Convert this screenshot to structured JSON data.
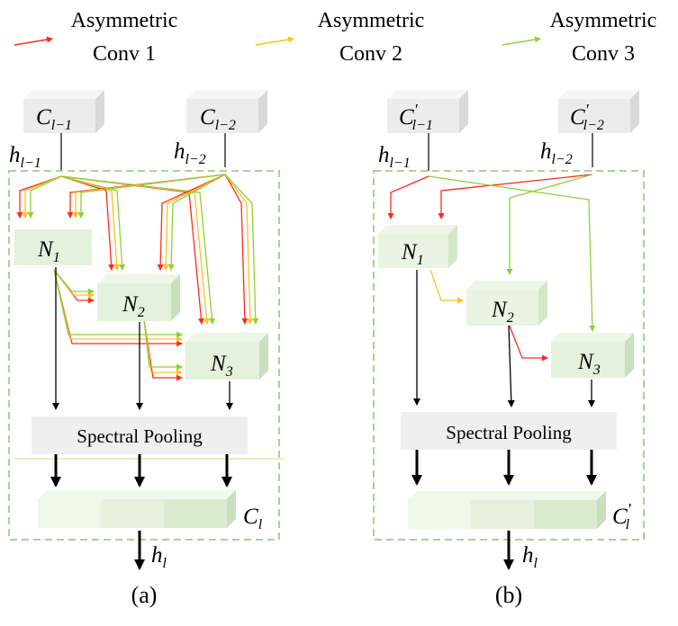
{
  "legend": [
    {
      "line1": "Asymmetric",
      "line2": "Conv 1",
      "color": "#ff2a1a"
    },
    {
      "line1": "Asymmetric",
      "line2": "Conv 2",
      "color": "#ffc21a"
    },
    {
      "line1": "Asymmetric",
      "line2": "Conv 3",
      "color": "#8cd13a"
    }
  ],
  "panel_a": {
    "caption": "(a)",
    "prev_cell_1": {
      "base": "C",
      "sub": "l−1"
    },
    "prev_cell_2": {
      "base": "C",
      "sub": "l−2"
    },
    "input_1": {
      "base": "h",
      "sub": "l−1"
    },
    "input_2": {
      "base": "h",
      "sub": "l−2"
    },
    "node_1": {
      "base": "N",
      "sub": "1"
    },
    "node_2": {
      "base": "N",
      "sub": "2"
    },
    "node_3": {
      "base": "N",
      "sub": "3"
    },
    "pooling": "Spectral Pooling",
    "output_cell": {
      "base": "C",
      "sub": "l"
    },
    "output": {
      "base": "h",
      "sub": "l"
    }
  },
  "panel_b": {
    "caption": "(b)",
    "prev_cell_1": {
      "base": "C",
      "prime": "′",
      "sub": "l−1"
    },
    "prev_cell_2": {
      "base": "C",
      "prime": "′",
      "sub": "l−2"
    },
    "input_1": {
      "base": "h",
      "sub": "l−1"
    },
    "input_2": {
      "base": "h",
      "sub": "l−2"
    },
    "node_1": {
      "base": "N",
      "sub": "1"
    },
    "node_2": {
      "base": "N",
      "sub": "2"
    },
    "node_3": {
      "base": "N",
      "sub": "3"
    },
    "pooling": "Spectral Pooling",
    "output_cell": {
      "base": "C",
      "prime": "′",
      "sub": "l"
    },
    "output": {
      "base": "h",
      "sub": "l"
    }
  },
  "colors": {
    "conv1": "#ff2a1a",
    "conv2": "#ffc21a",
    "conv3": "#8cd13a",
    "cell_border": "#a8d490",
    "node_fill": "#e4f1dc",
    "pool_fill": "#efefef",
    "prev_cell_fill": "#ececec",
    "arrow": "#000000"
  }
}
